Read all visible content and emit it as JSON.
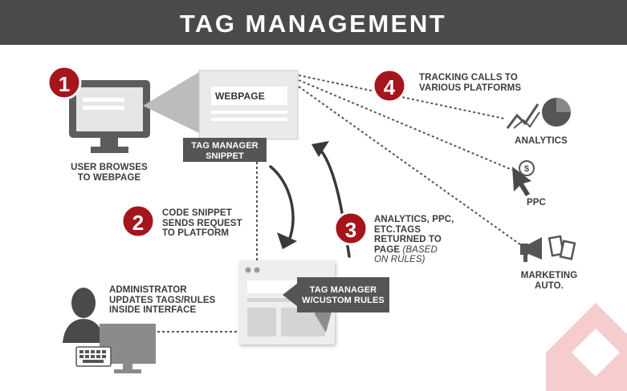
{
  "header": {
    "title": "TAG MANAGEMENT"
  },
  "steps": {
    "s1": {
      "number": "1",
      "label": [
        "USER BROWSES",
        "TO WEBPAGE"
      ]
    },
    "s2": {
      "number": "2",
      "label": [
        "CODE SNIPPET",
        "SENDS REQUEST",
        "TO PLATFORM"
      ]
    },
    "s3": {
      "number": "3",
      "label": [
        "ANALYTICS, PPC,",
        "ETC.TAGS",
        "RETURNED TO"
      ],
      "label_last": "PAGE",
      "label_italic": [
        "(BASED",
        "ON RULES)"
      ]
    },
    "s4": {
      "number": "4",
      "label": [
        "TRACKING CALLS TO",
        "VARIOUS PLATFORMS"
      ]
    }
  },
  "webpage": {
    "title": "WEBPAGE"
  },
  "snippet": {
    "label": [
      "TAG MANAGER",
      "SNIPPET"
    ]
  },
  "platform_box": {
    "label": [
      "TAG MANAGER",
      "W/CUSTOM RULES"
    ]
  },
  "admin": {
    "label": [
      "ADMINISTRATOR",
      "UPDATES TAGS/RULES",
      "INSIDE INTERFACE"
    ]
  },
  "platforms": {
    "analytics": "ANALYTICS",
    "ppc": "PPC",
    "marketing": [
      "MARKETING",
      "AUTO."
    ]
  },
  "icons": {
    "monitor": "monitor-icon",
    "analytics": "chart-icon",
    "ppc": "cursor-dollar-icon",
    "marketing": "megaphone-icon",
    "admin": "user-silhouette-icon",
    "logo": "brand-logo-icon"
  },
  "colors": {
    "header_bg": "#4a4a4a",
    "accent": "#a4151c",
    "dark_label_bg": "#555555",
    "watermark": "#f5c6c9"
  }
}
